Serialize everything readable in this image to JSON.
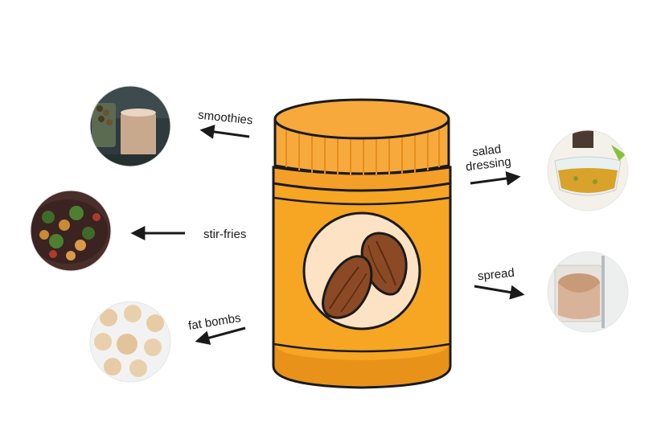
{
  "uses": {
    "smoothies": "smoothies",
    "stir_fries": "stir-fries",
    "fat_bombs": "fat bombs",
    "salad_dressing_line1": "salad",
    "salad_dressing_line2": "dressing",
    "spread": "spread"
  },
  "colors": {
    "jar_body": "#F6A623",
    "jar_lid": "#F7A93B",
    "jar_outline": "#1a1a1a",
    "label_circle": "#FDE2C4",
    "almond": "#8B4A25",
    "almond_dark": "#5A2C12",
    "arrow": "#1a1a1a"
  },
  "icons": {
    "jar": "almond-butter-jar-icon",
    "almonds": "almond-icon"
  }
}
